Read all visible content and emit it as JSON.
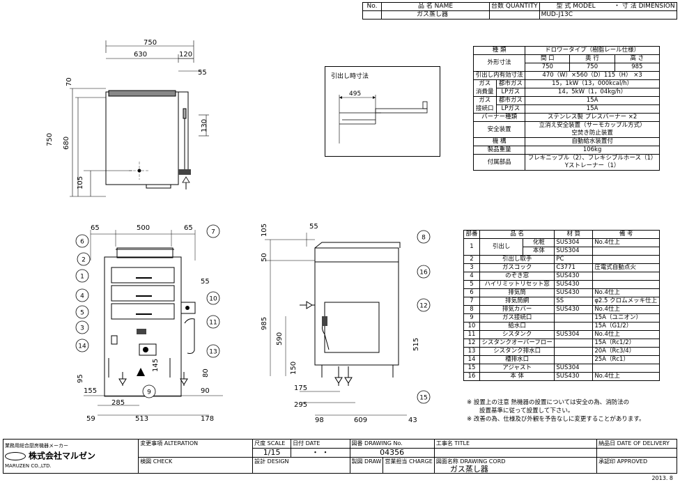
{
  "header": {
    "no_label": "No.",
    "name_label": "品 名 NAME",
    "qty_label": "台数 QUANTITY",
    "model_label": "型 式 MODEL",
    "dim_label": "・ 寸 法 DIMENSION",
    "name": "ガス蒸し器",
    "model": "MUD-J13C"
  },
  "spec": {
    "type_label": "種 類",
    "type_value": "ドロワータイプ（樹脂レール仕様）",
    "outer_label": "外形寸法",
    "w_label": "間 口",
    "d_label": "奥 行",
    "h_label": "高 さ",
    "w": "750",
    "d": "750",
    "h": "985",
    "inner_label": "引出し内有効寸法",
    "inner_value": "470（W）×560（D）115（H） ×3",
    "gas_use_label1": "ガス",
    "gas_use_label2": "消費量",
    "city_gas": "都市ガス",
    "lp_gas": "LPガス",
    "city_cons": "15，1kW（13，000kcal/h）",
    "lp_cons": "14，5kW（1，04kg/h）",
    "gas_conn_label1": "ガス",
    "gas_conn_label2": "接続口",
    "city_conn": "15A",
    "lp_conn": "15A",
    "burner_label": "バーナー種類",
    "burner_value": "ステンレス製 プレスバーナー ×2",
    "safety_label": "安全装置",
    "safety_value1": "立消え安全装置（サーモカップル方式）",
    "safety_value2": "空焚き防止装置",
    "mech_label": "機 構",
    "mech_value": "自動給水装置付",
    "weight_label": "製品重量",
    "weight_value": "106kg",
    "acc_label": "付属部品",
    "acc_value1": "フレキニップル（2）、フレキシブルホース（1）",
    "acc_value2": "Yストレーナー（1）"
  },
  "drawer_box": {
    "title": "引出し時寸法",
    "dim": "495"
  },
  "parts": {
    "headers": [
      "部番",
      "品 名",
      "材 質",
      "備 考"
    ],
    "rows": [
      {
        "no": "1",
        "name": "引出し",
        "sub": "化粧",
        "mat": "SUS304",
        "note": "No.4仕上"
      },
      {
        "no": "",
        "name": "",
        "sub": "本体",
        "mat": "SUS304",
        "note": ""
      },
      {
        "no": "2",
        "name": "引出し取手",
        "sub": "",
        "mat": "PC",
        "note": ""
      },
      {
        "no": "3",
        "name": "ガスコック",
        "sub": "",
        "mat": "C3771",
        "note": "圧電式自動点火"
      },
      {
        "no": "4",
        "name": "のぞき窓",
        "sub": "",
        "mat": "SUS430",
        "note": ""
      },
      {
        "no": "5",
        "name": "ハイリミットリセット窓",
        "sub": "",
        "mat": "SUS430",
        "note": ""
      },
      {
        "no": "6",
        "name": "排気筒",
        "sub": "",
        "mat": "SUS430",
        "note": "No.4仕上"
      },
      {
        "no": "7",
        "name": "排気筒網",
        "sub": "",
        "mat": "SS",
        "note": "φ2.5 クロムメッキ仕上"
      },
      {
        "no": "8",
        "name": "排気カバー",
        "sub": "",
        "mat": "SUS430",
        "note": "No.4仕上"
      },
      {
        "no": "9",
        "name": "ガス接続口",
        "sub": "",
        "mat": "",
        "note": "15A（ユニオン）"
      },
      {
        "no": "10",
        "name": "給水口",
        "sub": "",
        "mat": "",
        "note": "15A（G1/2）"
      },
      {
        "no": "11",
        "name": "シスタンク",
        "sub": "",
        "mat": "SUS304",
        "note": "No.4仕上"
      },
      {
        "no": "12",
        "name": "シスタンクオーバーフロー",
        "sub": "",
        "mat": "",
        "note": "15A（Rc1/2）"
      },
      {
        "no": "13",
        "name": "シスタンク排水口",
        "sub": "",
        "mat": "",
        "note": "20A（Rc3/4）"
      },
      {
        "no": "14",
        "name": "槽排水口",
        "sub": "",
        "mat": "",
        "note": "25A（Rc1）"
      },
      {
        "no": "15",
        "name": "アジャスト",
        "sub": "",
        "mat": "SUS304",
        "note": ""
      },
      {
        "no": "16",
        "name": "本 体",
        "sub": "",
        "mat": "SUS430",
        "note": "No.4仕上"
      }
    ]
  },
  "notes": {
    "n1": "※ 設置上の注意 熱機器の設置については安全の為、消防法の",
    "n2": "設置基準に従って設置して下さい。",
    "n3": "※ 改善の為、仕様及び外観を予告なしに変更することがあります。"
  },
  "titleblock": {
    "company_small": "業務用総合厨房機器メーカー",
    "company": "株式会社マルゼン",
    "company_en": "MARUZEN CO.,LTD.",
    "change_label": "変更事項 ALTERATION",
    "scale_label": "尺度 SCALE",
    "scale": "1/15",
    "date_label": "日付 DATE",
    "date_value": "・ ・",
    "drawing_no_label": "図番 DRAWING No.",
    "drawing_no": "04356",
    "title_label": "工事名 TITLE",
    "delivery_label": "納品日 DATE OF DELIVERY",
    "check_label": "検図 CHECK",
    "design_label": "設計 DESIGN",
    "draw_label": "製図 DRAW",
    "charge_label": "営業担当 CHARGE",
    "cord_label": "図面名称 DRAWING CORD",
    "cord_value": "ガス蒸し器",
    "approved_label": "承認印 APPROVED",
    "stamp": "2013. 8"
  },
  "dims": {
    "top_750": "750",
    "top_630": "630",
    "top_120": "120",
    "top_55": "55",
    "top_70": "70",
    "top_130": "130",
    "left_750": "750",
    "left_680": "680",
    "left_105": "105",
    "f_65a": "65",
    "f_500": "500",
    "f_65b": "65",
    "f_55": "55",
    "f_95": "95",
    "f_145": "145",
    "f_80": "80",
    "f_155": "155",
    "f_285": "285",
    "f_90": "90",
    "f_59": "59",
    "f_513": "513",
    "f_178": "178",
    "s_105": "105",
    "s_55": "55",
    "s_50": "50",
    "s_985": "985",
    "s_590": "590",
    "s_150": "150",
    "s_515": "515",
    "s_175": "175",
    "s_295": "295",
    "s_98": "98",
    "s_609": "609",
    "s_43": "43"
  },
  "balloons": [
    "1",
    "2",
    "3",
    "4",
    "5",
    "6",
    "7",
    "8",
    "9",
    "10",
    "11",
    "12",
    "13",
    "14",
    "15",
    "16"
  ]
}
